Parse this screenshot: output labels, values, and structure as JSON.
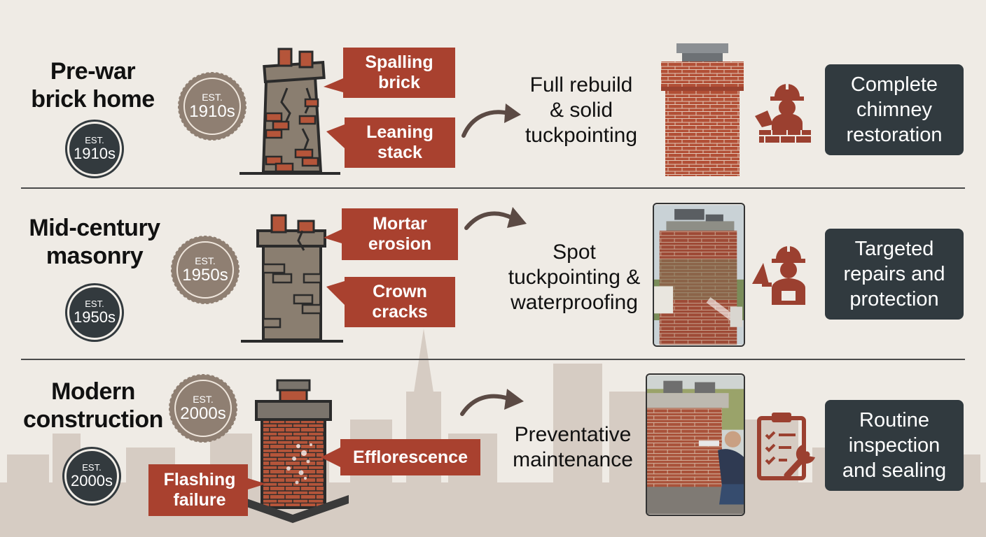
{
  "rows": [
    {
      "era": "Pre-war\nbrick home",
      "est_label": "EST.",
      "year": "1910s",
      "issues": [
        "Spalling\nbrick",
        "Leaning\nstack"
      ],
      "solution": "Full rebuild\n& solid\ntuckpointing",
      "result": "Complete\nchimney\nrestoration"
    },
    {
      "era": "Mid-century\nmasonry",
      "est_label": "EST.",
      "year": "1950s",
      "issues": [
        "Mortar\nerosion",
        "Crown\ncracks"
      ],
      "solution": "Spot\ntuckpointing &\nwaterproofing",
      "result": "Targeted\nrepairs and\nprotection"
    },
    {
      "era": "Modern\nconstruction",
      "est_label": "EST.",
      "year": "2000s",
      "issues": [
        "Efflorescence",
        "Flashing\nfailure"
      ],
      "solution": "Preventative\nmaintenance",
      "result": "Routine\ninspection\nand sealing"
    }
  ],
  "colors": {
    "background": "#efebe5",
    "tag_red": "#a9412f",
    "badge_dark": "#333a3e",
    "seal_taupe": "#8f7f72",
    "result_box": "#313a3f",
    "brick": "#b5553a",
    "skyline": "#cfc4bb"
  },
  "icons": [
    "worker-trowel-icon",
    "worker-trowel-icon",
    "clipboard-wrench-icon"
  ]
}
